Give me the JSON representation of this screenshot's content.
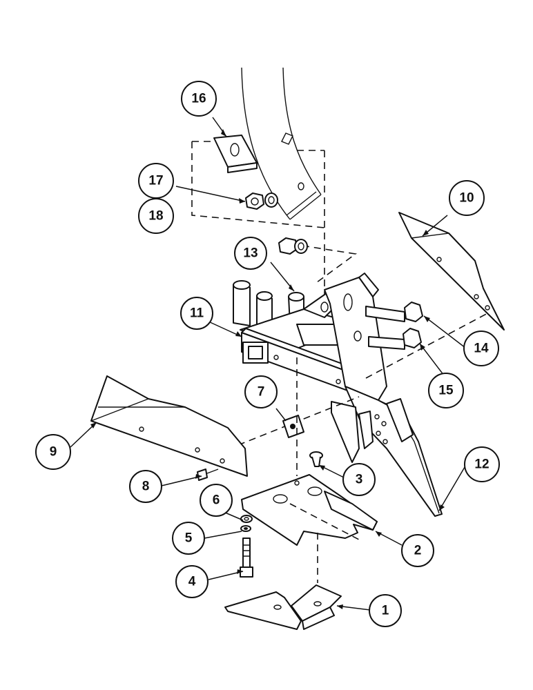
{
  "diagram": {
    "colors": {
      "line": "#111111",
      "background": "#ffffff"
    },
    "callouts": [
      {
        "id": "c1",
        "label": "1"
      },
      {
        "id": "c2",
        "label": "2"
      },
      {
        "id": "c3",
        "label": "3"
      },
      {
        "id": "c4",
        "label": "4"
      },
      {
        "id": "c5",
        "label": "5"
      },
      {
        "id": "c6",
        "label": "6"
      },
      {
        "id": "c7",
        "label": "7"
      },
      {
        "id": "c8",
        "label": "8"
      },
      {
        "id": "c9",
        "label": "9"
      },
      {
        "id": "c10",
        "label": "10"
      },
      {
        "id": "c11",
        "label": "11"
      },
      {
        "id": "c12",
        "label": "12"
      },
      {
        "id": "c13",
        "label": "13"
      },
      {
        "id": "c14",
        "label": "14"
      },
      {
        "id": "c15",
        "label": "15"
      },
      {
        "id": "c16",
        "label": "16"
      },
      {
        "id": "c17",
        "label": "17"
      },
      {
        "id": "c18",
        "label": "18"
      }
    ]
  }
}
